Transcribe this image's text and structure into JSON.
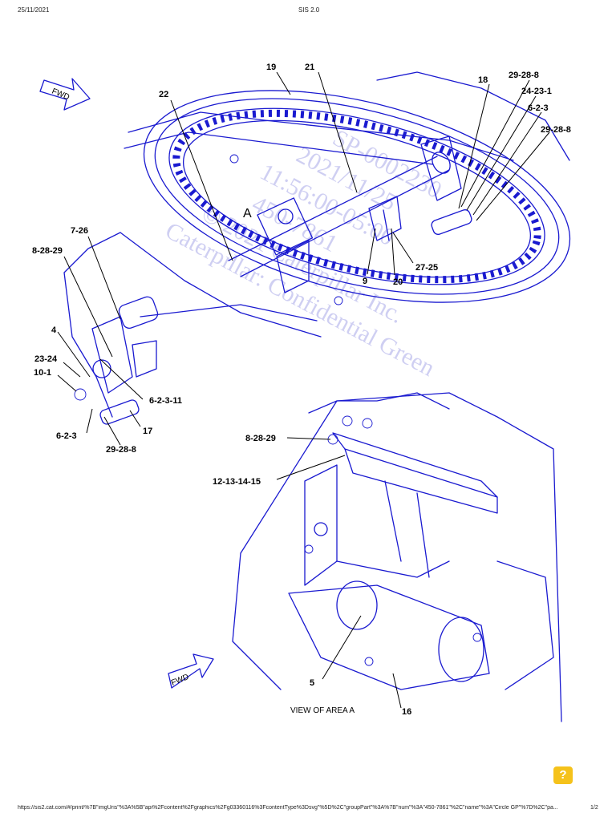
{
  "header": {
    "date": "25/11/2021",
    "app": "SIS 2.0"
  },
  "footer": {
    "url": "https://sis2.cat.com/#/print/%7B\"imgUris\"%3A%5B\"api%2Fcontent%2Fgraphics%2Fg03360116%3FcontentType%3Dsvg\"%5D%2C\"groupPart\"%3A%7B\"num\"%3A\"450-7861\"%2C\"name\"%3A\"Circle GP\"%7D%2C\"pa...",
    "page": "1/2"
  },
  "arrows": {
    "fwd_top": "FWD",
    "fwd_bottom": "FWD"
  },
  "view_caption": "VIEW OF AREA A",
  "area_marker": "A",
  "watermark": [
    "SP-0002230",
    "2021/11/25",
    "11:56:00-05:00",
    "450-7861",
    "© 2021 Caterpillar Inc.",
    "Caterpillar: Confidential Green"
  ],
  "callouts": {
    "c19": "19",
    "c21": "21",
    "c18": "18",
    "c29_28_8_a": "29-28-8",
    "c24_23_1": "24-23-1",
    "c6_2_3_a": "6-2-3",
    "c29_28_8_b": "29-28-8",
    "c22": "22",
    "c7_26": "7-26",
    "c8_28_29_a": "8-28-29",
    "c9": "9",
    "c20": "20",
    "c27_25": "27-25",
    "c4": "4",
    "c23_24": "23-24",
    "c10_1": "10-1",
    "c6_2_3_11": "6-2-3-11",
    "c17": "17",
    "c6_2_3_b": "6-2-3",
    "c29_28_8_c": "29-28-8",
    "c8_28_29_b": "8-28-29",
    "c12_13_14_15": "12-13-14-15",
    "c5": "5",
    "c16": "16"
  },
  "help_icon": "?",
  "colors": {
    "line_art": "#1a1ad0",
    "help_button": "#f5c21b"
  }
}
